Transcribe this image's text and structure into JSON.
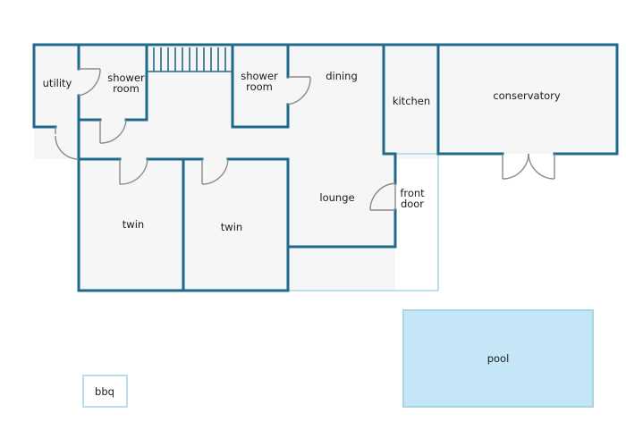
{
  "rooms": {
    "utility": "utility",
    "shower_room_left": [
      "shower",
      "room"
    ],
    "shower_room_mid": [
      "shower",
      "room"
    ],
    "dining": "dining",
    "kitchen": "kitchen",
    "conservatory": "conservatory",
    "lounge": "lounge",
    "front_door": [
      "front",
      "door"
    ],
    "twin_left": "twin",
    "twin_right": "twin",
    "pool": "pool",
    "bbq": "bbq"
  },
  "colors": {
    "wall": "#1f6a8a",
    "floor": "#f6f6f6",
    "light_outline": "#a8d5e6",
    "pool_fill": "#c5e6f6",
    "door": "#8a8a8a"
  }
}
